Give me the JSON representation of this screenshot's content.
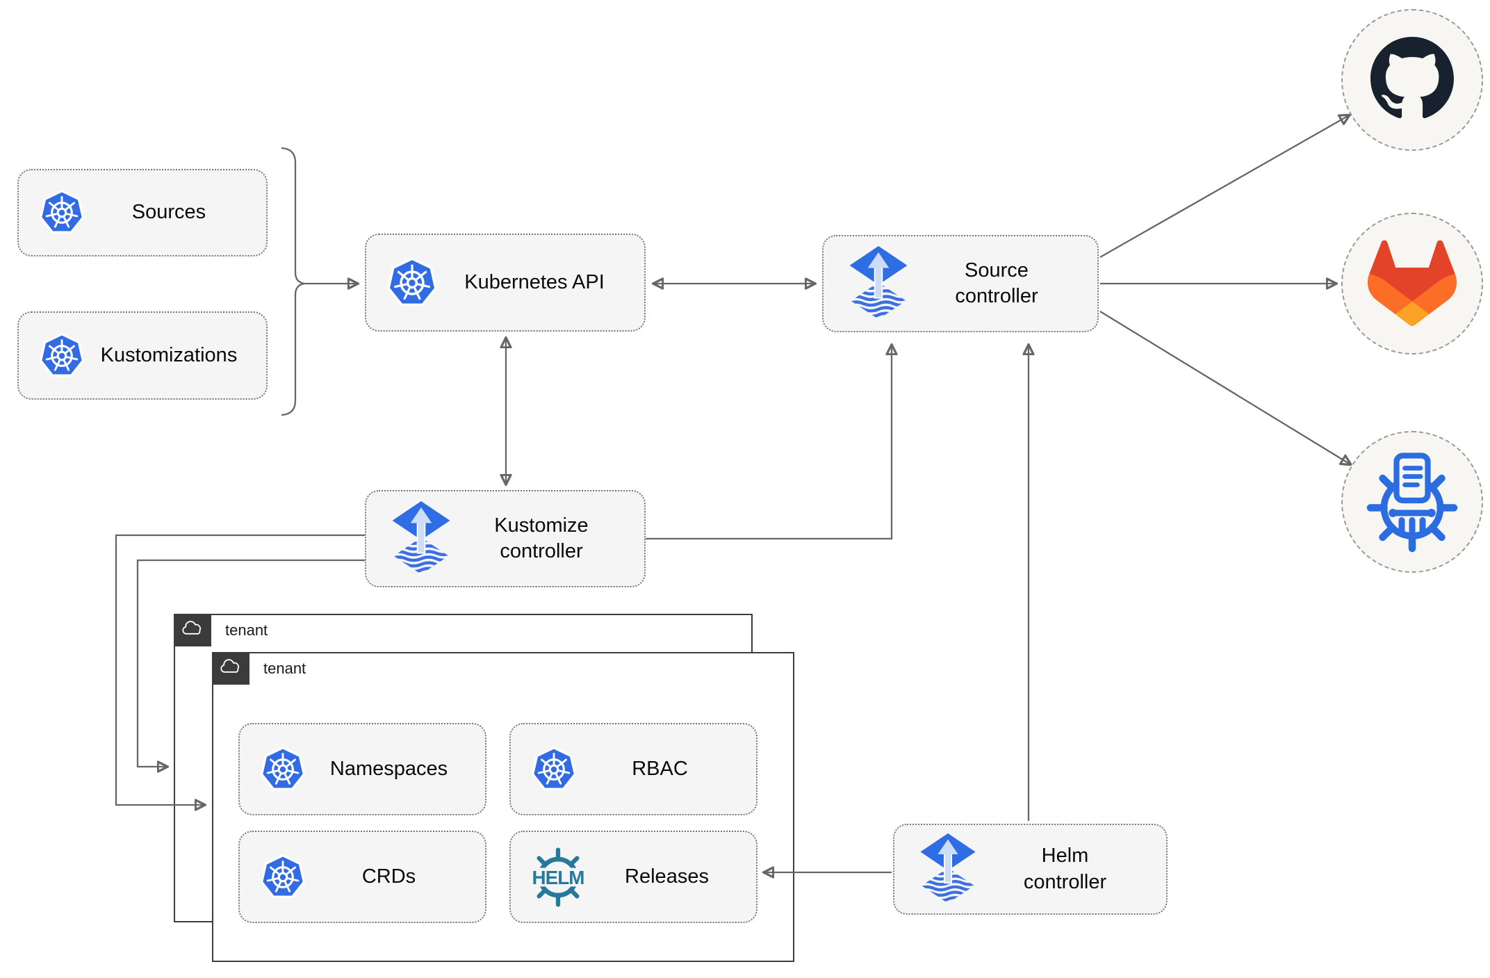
{
  "nodes": {
    "sources": {
      "label": "Sources"
    },
    "kustomizations": {
      "label": "Kustomizations"
    },
    "kubernetes_api": {
      "label": "Kubernetes API"
    },
    "source_controller": {
      "label": "Source\ncontroller"
    },
    "kustomize_controller": {
      "label": "Kustomize\ncontroller"
    },
    "helm_controller": {
      "label": "Helm\ncontroller"
    },
    "namespaces": {
      "label": "Namespaces"
    },
    "rbac": {
      "label": "RBAC"
    },
    "crds": {
      "label": "CRDs"
    },
    "releases": {
      "label": "Releases"
    }
  },
  "containers": {
    "tenant_outer": {
      "label": "tenant"
    },
    "tenant_inner": {
      "label": "tenant"
    }
  },
  "icon_text": {
    "helm_logo_text": "HELM"
  },
  "colors": {
    "kubernetes_blue": "#326ce5",
    "flux_blue": "#2f6de4",
    "flux_light_blue": "#cdddf8",
    "helm_teal": "#27799c",
    "github_dark": "#17222e",
    "gitlab_red": "#e24329",
    "gitlab_orange": "#fc6d26",
    "gitlab_yellow": "#fca326",
    "chartmuseum_blue": "#2b6de0",
    "connector_gray": "#666666",
    "node_fill": "#f5f5f5",
    "tenant_dark": "#3b3b3b"
  }
}
